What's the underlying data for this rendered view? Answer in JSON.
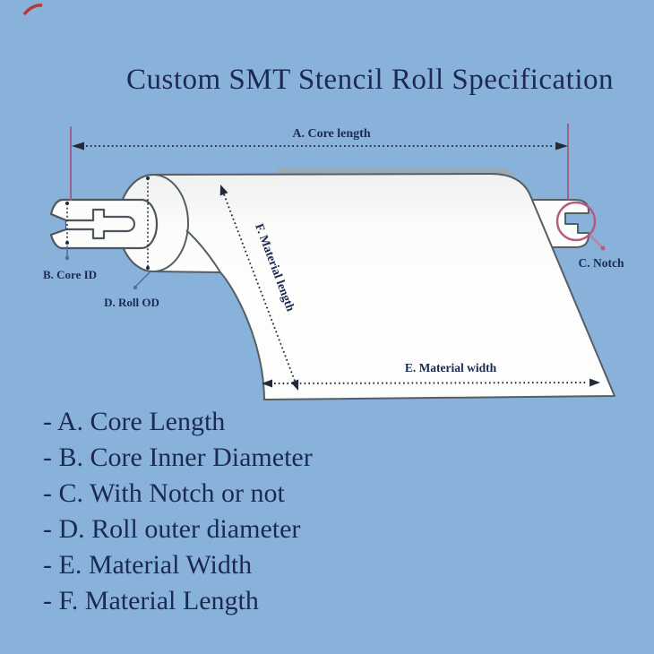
{
  "title": "Custom SMT Stencil Roll Specification",
  "diagram": {
    "labels": {
      "core_length": "A. Core length",
      "core_id": "B. Core ID",
      "notch": "C. Notch",
      "roll_od": "D. Roll OD",
      "material_width": "E. Material width",
      "material_length": "F. Material length"
    }
  },
  "legend": {
    "items": [
      "- A. Core Length",
      "- B. Core Inner Diameter",
      "- C. With Notch or not",
      "- D. Roll outer diameter",
      "- E. Material Width",
      "- F. Material Length"
    ]
  },
  "colors": {
    "background": "#89b2da",
    "ink": "#1c2a52",
    "outline": "#555e66",
    "dimension": "#232b3a",
    "accent_purple": "#9d6288",
    "accent_red": "#b25c82",
    "pointer_blue": "#4e6f9b",
    "surface": "#fcfcfb"
  }
}
